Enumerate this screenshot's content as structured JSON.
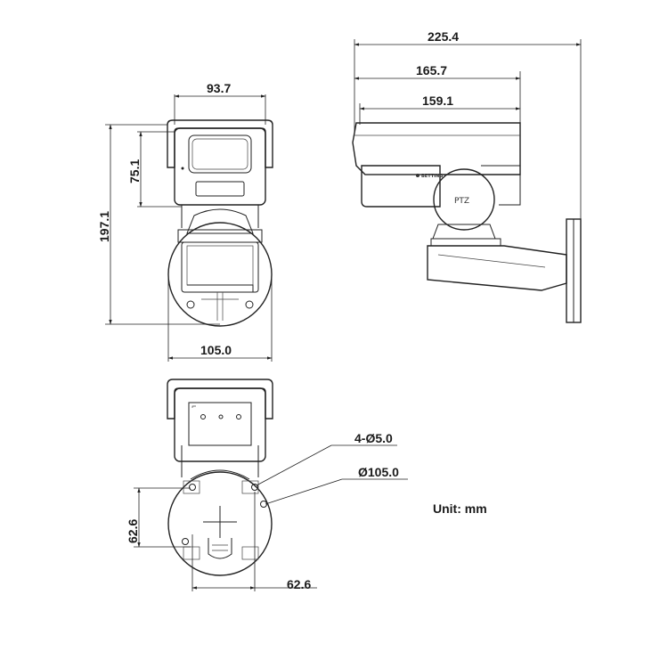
{
  "dimensions": {
    "front_width_top": "93.7",
    "front_window_height": "75.1",
    "front_total_height": "197.1",
    "front_base_width": "105.0",
    "side_total_length": "225.4",
    "side_housing_length": "165.7",
    "side_window_length": "159.1",
    "bottom_hole_spacing_v": "62.6",
    "bottom_hole_spacing_h": "62.6",
    "mount_holes": "4-Ø5.0",
    "mount_circle": "Ø105.0"
  },
  "labels": {
    "unit": "Unit: mm",
    "ptz_badge": "PTZ",
    "brand_badge": "BETTING"
  }
}
